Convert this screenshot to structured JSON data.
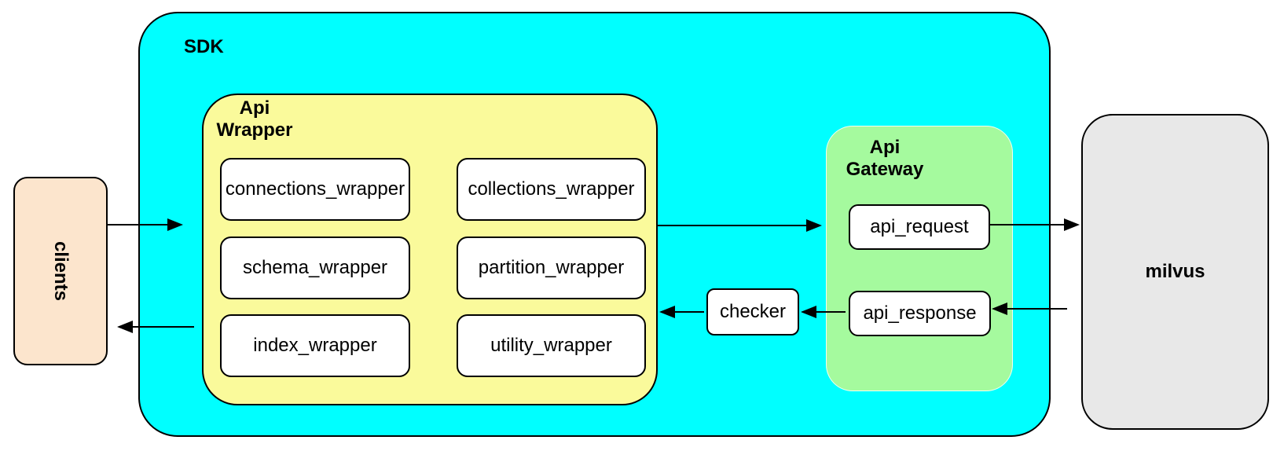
{
  "colors": {
    "sdk_fill": "#00ffff",
    "wrapper_fill": "#fafa9b",
    "gateway_fill": "#a5fa9e",
    "clients_fill": "#fce5cd",
    "milvus_fill": "#e8e8e8",
    "node_fill": "#ffffff",
    "border": "#000000"
  },
  "diagram": {
    "clients": {
      "label": "clients"
    },
    "sdk": {
      "label": "SDK"
    },
    "api_wrapper": {
      "label": "Api\nWrapper",
      "nodes": [
        "connections_wrapper",
        "collections_wrapper",
        "schema_wrapper",
        "partition_wrapper",
        "index_wrapper",
        "utility_wrapper"
      ]
    },
    "checker": {
      "label": "checker"
    },
    "api_gateway": {
      "label": "Api\nGateway",
      "nodes": [
        "api_request",
        "api_response"
      ]
    },
    "milvus": {
      "label": "milvus"
    }
  }
}
